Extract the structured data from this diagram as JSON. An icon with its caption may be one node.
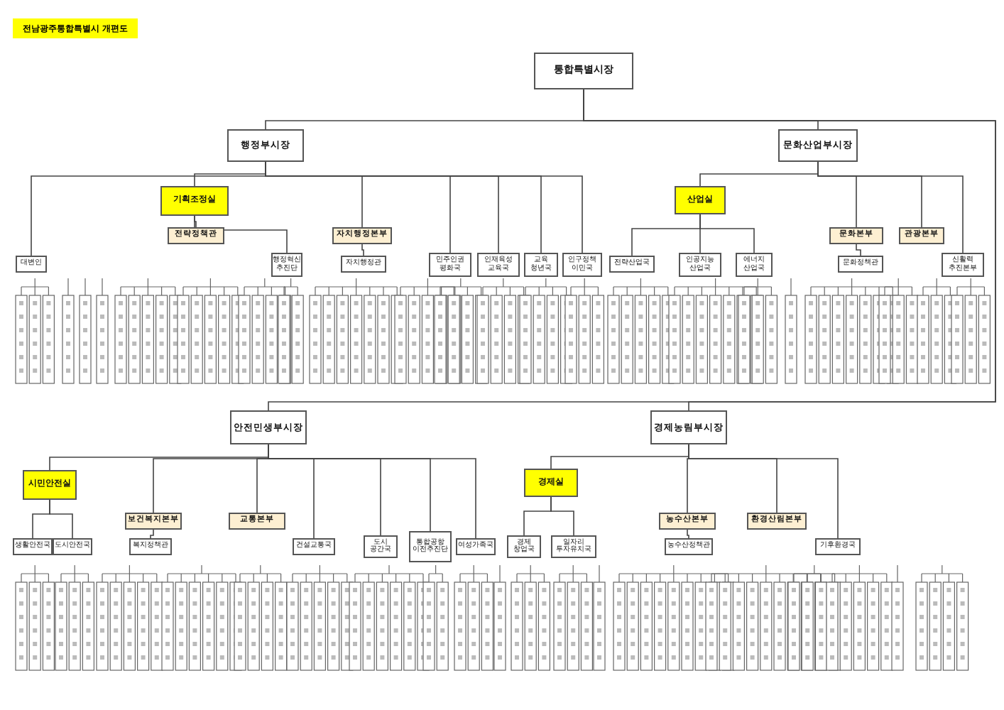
{
  "diagram": {
    "title": "전남광주통합특별시 개편도",
    "nodes": [
      {
        "text": [
          "통합특별시장"
        ]
      },
      {
        "text": [
          "행정부시장"
        ]
      },
      {
        "text": [
          "문화산업부시장"
        ]
      },
      {
        "text": [
          "기획조정실"
        ]
      },
      {
        "text": [
          "전략정책관"
        ]
      },
      {
        "text": [
          "대변인"
        ]
      },
      {
        "text": [
          "행정혁신 추진단"
        ]
      },
      {
        "text": [
          "자치행정본부"
        ]
      },
      {
        "text": [
          "자치행정관"
        ]
      },
      {
        "text": [
          "민주인권 평화국"
        ]
      },
      {
        "text": [
          "인재육성 교육국"
        ]
      },
      {
        "text": [
          "교육 청년국"
        ]
      },
      {
        "text": [
          "인구정책 이민국"
        ]
      },
      {
        "text": [
          "산업실"
        ]
      },
      {
        "text": [
          "전략산업국"
        ]
      },
      {
        "text": [
          "인공지능 산업국"
        ]
      },
      {
        "text": [
          "에너지 산업국"
        ]
      },
      {
        "text": [
          "문화본부"
        ]
      },
      {
        "text": [
          "문화정책관"
        ]
      },
      {
        "text": [
          "관광본부"
        ]
      },
      {
        "text": [
          "신활력 추진본부"
        ]
      },
      {
        "text": [
          "안전민생부시장"
        ]
      },
      {
        "text": [
          "경제농림부시장"
        ]
      },
      {
        "text": [
          "시민안전실"
        ]
      },
      {
        "text": [
          "보건복지본부"
        ]
      },
      {
        "text": [
          "교통본부"
        ]
      },
      {
        "text": [
          "생활안전국"
        ]
      },
      {
        "text": [
          "도시안전국"
        ]
      },
      {
        "text": [
          "복지정책관"
        ]
      },
      {
        "text": [
          "건설교통국"
        ]
      },
      {
        "text": [
          "도시 공간국"
        ]
      },
      {
        "text": [
          "통합공항 이전추진단"
        ]
      },
      {
        "text": [
          "여성가족국"
        ]
      },
      {
        "text": [
          "경제실"
        ]
      },
      {
        "text": [
          "농수산본부"
        ]
      },
      {
        "text": [
          "환경산림본부"
        ]
      },
      {
        "text": [
          "경제 창업국"
        ]
      },
      {
        "text": [
          "일자리 투자유치국"
        ]
      },
      {
        "text": [
          "농수산정책관"
        ]
      },
      {
        "text": [
          "기후환경국"
        ]
      }
    ],
    "edges": [
      {
        "from": 0,
        "to": 1,
        "arrow": "none"
      },
      {
        "from": 0,
        "to": 2,
        "arrow": "none"
      },
      {
        "from": 0,
        "to": 21,
        "arrow": "none"
      },
      {
        "from": 0,
        "to": 22,
        "arrow": "none"
      },
      {
        "from": 1,
        "to": 3,
        "arrow": "none"
      },
      {
        "from": 3,
        "to": 4,
        "arrow": "none"
      },
      {
        "from": 3,
        "to": 6,
        "arrow": "none"
      },
      {
        "from": 1,
        "to": 5,
        "arrow": "none"
      },
      {
        "from": 1,
        "to": 7,
        "arrow": "none"
      },
      {
        "from": 7,
        "to": 8,
        "arrow": "none"
      },
      {
        "from": 1,
        "to": 9,
        "arrow": "none"
      },
      {
        "from": 1,
        "to": 10,
        "arrow": "none"
      },
      {
        "from": 1,
        "to": 11,
        "arrow": "none"
      },
      {
        "from": 1,
        "to": 12,
        "arrow": "none"
      },
      {
        "from": 2,
        "to": 13,
        "arrow": "none"
      },
      {
        "from": 13,
        "to": 14,
        "arrow": "none"
      },
      {
        "from": 13,
        "to": 15,
        "arrow": "none"
      },
      {
        "from": 13,
        "to": 16,
        "arrow": "none"
      },
      {
        "from": 2,
        "to": 17,
        "arrow": "none"
      },
      {
        "from": 17,
        "to": 18,
        "arrow": "none"
      },
      {
        "from": 2,
        "to": 19,
        "arrow": "none"
      },
      {
        "from": 2,
        "to": 20,
        "arrow": "none"
      },
      {
        "from": 21,
        "to": 23,
        "arrow": "none"
      },
      {
        "from": 23,
        "to": 26,
        "arrow": "none"
      },
      {
        "from": 23,
        "to": 27,
        "arrow": "none"
      },
      {
        "from": 21,
        "to": 24,
        "arrow": "none"
      },
      {
        "from": 24,
        "to": 28,
        "arrow": "none"
      },
      {
        "from": 21,
        "to": 25,
        "arrow": "none"
      },
      {
        "from": 21,
        "to": 29,
        "arrow": "none"
      },
      {
        "from": 21,
        "to": 30,
        "arrow": "none"
      },
      {
        "from": 21,
        "to": 31,
        "arrow": "none"
      },
      {
        "from": 21,
        "to": 32,
        "arrow": "none"
      },
      {
        "from": 22,
        "to": 33,
        "arrow": "none"
      },
      {
        "from": 33,
        "to": 36,
        "arrow": "none"
      },
      {
        "from": 33,
        "to": 37,
        "arrow": "none"
      },
      {
        "from": 22,
        "to": 34,
        "arrow": "none"
      },
      {
        "from": 34,
        "to": 38,
        "arrow": "none"
      },
      {
        "from": 22,
        "to": 35,
        "arrow": "none"
      },
      {
        "from": 22,
        "to": 39,
        "arrow": "none"
      }
    ]
  }
}
